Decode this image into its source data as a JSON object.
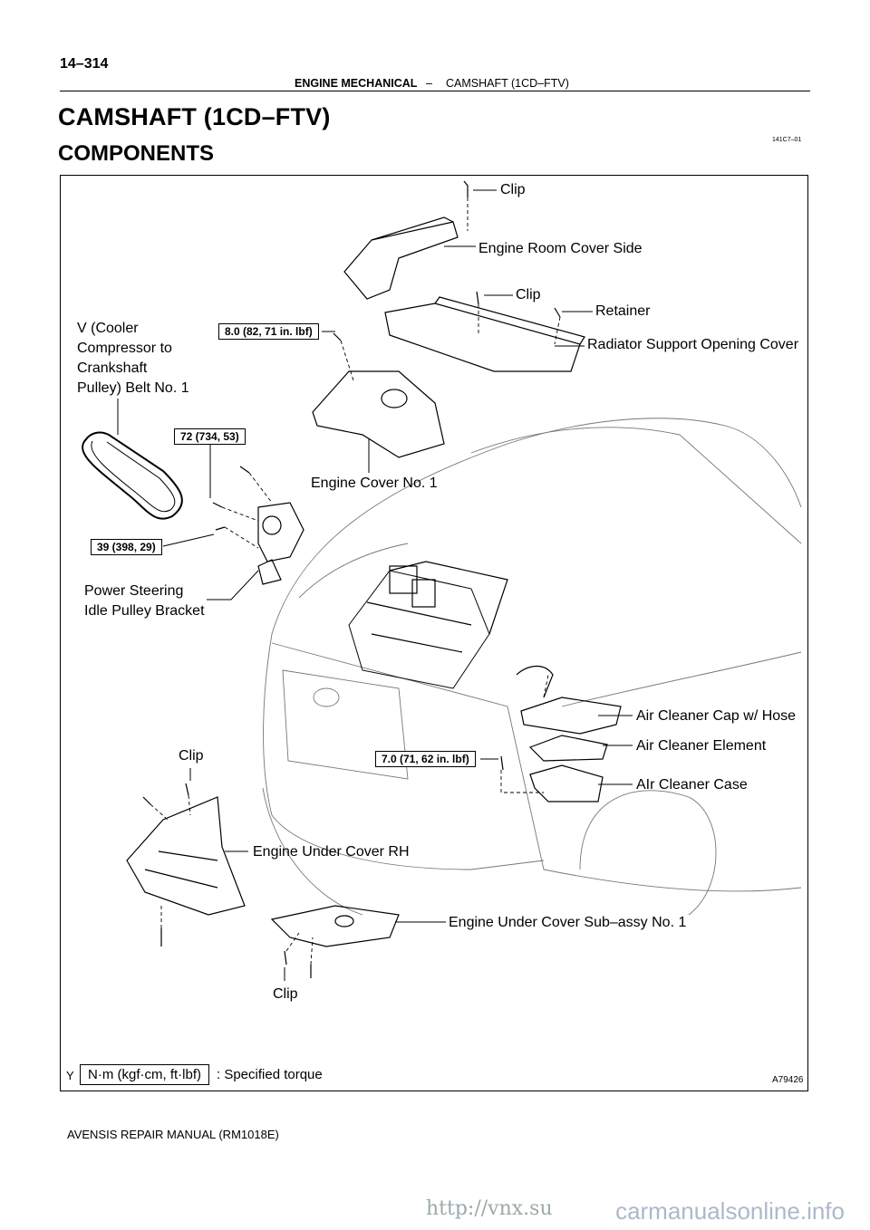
{
  "header": {
    "page_number": "14–314",
    "section": "ENGINE MECHANICAL",
    "separator": "–",
    "subsection": "CAMSHAFT (1CD–FTV)"
  },
  "title": "CAMSHAFT (1CD–FTV)",
  "subtitle": "COMPONENTS",
  "doc_code": "141C7–01",
  "labels": {
    "clip_top": "Clip",
    "engine_room_cover_side": "Engine Room Cover Side",
    "clip_2": "Clip",
    "retainer": "Retainer",
    "radiator_cover": "Radiator Support Opening Cover",
    "v_belt": [
      "V (Cooler",
      "Compressor to",
      "Crankshaft",
      "Pulley) Belt No. 1"
    ],
    "engine_cover": "Engine Cover No. 1",
    "ps_bracket": [
      "Power Steering",
      "Idle Pulley Bracket"
    ],
    "air_cleaner_cap": "Air Cleaner Cap w/ Hose",
    "air_cleaner_element": "Air Cleaner Element",
    "air_cleaner_case": "AIr Cleaner Case",
    "clip_3": "Clip",
    "engine_under_cover_rh": "Engine Under Cover RH",
    "engine_under_cover_sub": "Engine Under Cover Sub–assy No. 1",
    "clip_bottom": "Clip"
  },
  "torques": {
    "t1": "8.0 (82, 71 in. lbf)",
    "t2": "72 (734, 53)",
    "t3": "39 (398, 29)",
    "t4": "7.0 (71, 62 in. lbf)"
  },
  "legend": {
    "marker": "Y",
    "unit": "N·m (kgf·cm, ft·lbf)",
    "text": ": Specified torque",
    "figure_id": "A79426"
  },
  "footer": "AVENSIS REPAIR MANUAL   (RM1018E)",
  "watermark": "carmanualsonline.info",
  "watermark2": "http://vnx.su"
}
